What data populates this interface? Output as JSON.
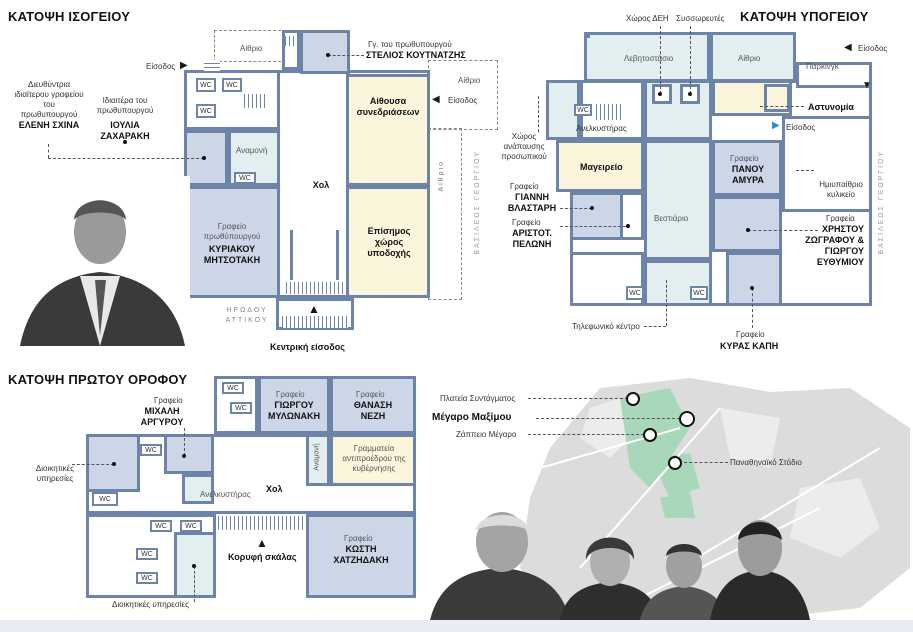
{
  "ground": {
    "title": "ΚΑΤΟΨΗ ΙΣΟΓΕΙΟΥ",
    "atrium_top": "Αίθριο",
    "entrance_left": "Είσοδος",
    "pm_gs_line1": "Γγ. του πρωθυπουργού",
    "pm_gs_name": "ΣΤΕΛΙΟΣ ΚΟΥΤΝΑΤΖΗΣ",
    "atrium_right": "Αίθριο",
    "conference": "Αίθουσα συνεδριάσεων",
    "entrance_right": "Είσοδος",
    "director_lines": "Διευθύντρια ιδιαίτερου γραφείου του πρωθυπουργού",
    "director_name": "ΕΛΕΝΗ ΣΧΙΝΑ",
    "secretary_lines": "Ιδιαιτέρα του πρωθυπουργού",
    "secretary_name": "ΙΟΥΛΙΑ ΖΑΧΑΡΑΚΗ",
    "waiting": "Αναμονή",
    "hall": "Χολ",
    "pm_office_line": "Γραφείο πρωθύπουργού",
    "pm_office_name": "ΚΥΡΙΑΚΟΥ ΜΗΤΣΟΤΑΚΗ",
    "reception": "Επίσημος χώρος υποδοχής",
    "atrium_vert": "Αίθριο",
    "street_left": "ΗΡΩΔΟΥ ΑΤΤΙΚΟΥ",
    "street_right": "ΒΑΣΙΛΕΩΣ ΓΕΩΡΓΙΟΥ",
    "main_entrance": "Κεντρική είσοδος",
    "wc": "WC"
  },
  "basement": {
    "title": "ΚΑΤΟΨΗ ΥΠΟΓΕΙΟΥ",
    "dei_space": "Χώρος ΔΕΗ",
    "batteries": "Συσσωρευτές",
    "boiler": "Λεβητοστάσιο",
    "atrium": "Αίθριο",
    "entrance_top": "Είσοδος",
    "parking": "Πάρκινγκ",
    "police": "Αστυνομία",
    "elevator": "Ανελκυστήρας",
    "entrance_blue": "Είσοδος",
    "staff_rest": "Χώρος ανάπαυσης προσωπικού",
    "kitchen": "Μαγειρείο",
    "amyras_line": "Γραφείο",
    "amyras_name": "ΠΑΝΟΥ ΑΜΥΡΑ",
    "semi_basement": "Ημιυπαίθριο κυλικείο",
    "vlastari_line": "Γραφείο",
    "vlastari_name": "ΓΙΑΝΝΗ ΒΛΑΣΤΑΡΗ",
    "pelonis_line": "Γραφείο",
    "pelonis_name": "ΑΡΙΣΤΟΤ. ΠΕΛΩΝΗ",
    "wardrobe": "Βεστιάριο",
    "zografos_line": "Γραφεία",
    "zografos_name": "ΧΡΗΣΤΟΥ ΖΩΓΡΑΦΟΥ & ΓΙΩΡΓΟΥ ΕΥΘΥΜΙΟΥ",
    "telephone": "Τηλεφωνικό κέντρο",
    "kapi_line": "Γραφείο",
    "kapi_name": "ΚΥΡΑΣ ΚΑΠΗ",
    "street_right": "ΒΑΣΙΛΕΩΣ ΓΕΩΡΓΙΟΥ",
    "wc": "WC"
  },
  "first": {
    "title": "ΚΑΤΟΨΗ ΠΡΩΤΟΥ ΟΡΟΦΟΥ",
    "argyrou_line": "Γραφείο",
    "argyrou_name": "ΜΙΧΑΛΗ ΑΡΓΥΡΟΥ",
    "mylonakis_line": "Γραφείο",
    "mylonakis_name": "ΓΙΩΡΓΟΥ ΜΥΛΩΝΑΚΗ",
    "nezis_line": "Γραφείο",
    "nezis_name": "ΘΑΝΑΣΗ ΝΕΖΗ",
    "admin_left": "Διοικητικές υπηρεσίες",
    "waiting": "Αναμονή",
    "vp_secretariat": "Γραμματεία αντιπροέδρου της κυβέρνησης",
    "elevator": "Ανελκυστήρας",
    "hall": "Χολ",
    "top_stairs": "Κορυφή σκάλας",
    "hatzidakis_line": "Γραφείο",
    "hatzidakis_name": "ΚΩΣΤΗ ΧΑΤΖΗΔΑΚΗ",
    "admin_bottom": "Διοικητικές υπηρεσίες",
    "wc": "WC"
  },
  "map": {
    "syntagma": "Πλατεία Συντάγματος",
    "maximou": "Μέγαρο Μαξίμου",
    "zappeio": "Ζάππειο Μέγαρο",
    "stadium": "Παναθηναϊκό Στάδιο"
  },
  "colors": {
    "wall": "#6b84a8",
    "blue_room": "#ccd6e6",
    "light_blue_room": "#e2eef0",
    "yellow_room": "#fbf5dc",
    "map_green": "#a8d8b9",
    "map_gray": "#dcdcdc"
  }
}
